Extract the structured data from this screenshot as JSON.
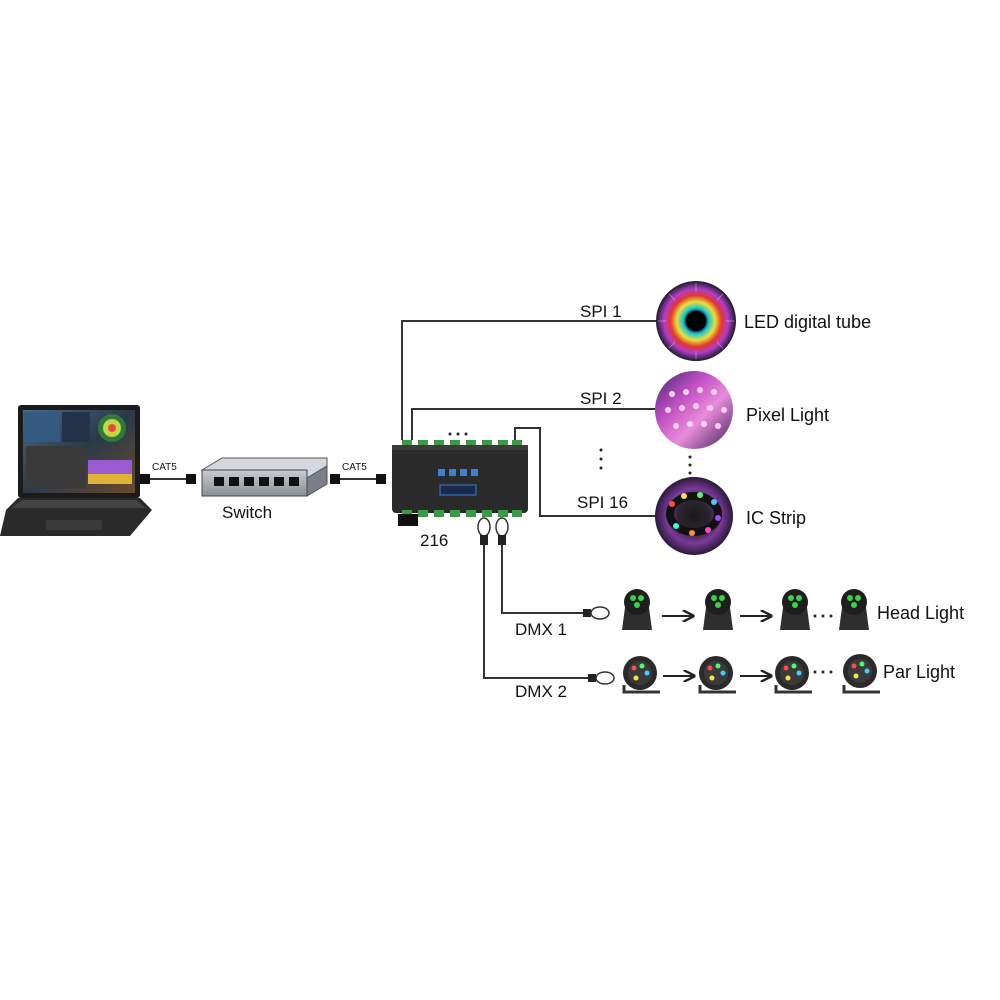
{
  "labels": {
    "cat5_left": "CAT5",
    "cat5_right": "CAT5",
    "switch": "Switch",
    "controller": "216",
    "spi1": "SPI 1",
    "spi2": "SPI 2",
    "spi16": "SPI 16",
    "dmx1": "DMX 1",
    "dmx2": "DMX 2"
  },
  "devices": {
    "led_tube": "LED digital tube",
    "pixel_light": "Pixel Light",
    "ic_strip": "IC Strip",
    "head_light": "Head Light",
    "par_light": "Par Light"
  },
  "icons": {
    "laptop": "laptop-icon",
    "switch": "network-switch-icon",
    "controller": "controller-icon",
    "moving_head": "moving-head-light-icon",
    "par_can": "par-light-icon"
  },
  "colors": {
    "line": "#333333",
    "device_body": "#2a2a2a",
    "controller_buttons": "#3d7fd0",
    "connector_green": "#3a9a4a"
  }
}
